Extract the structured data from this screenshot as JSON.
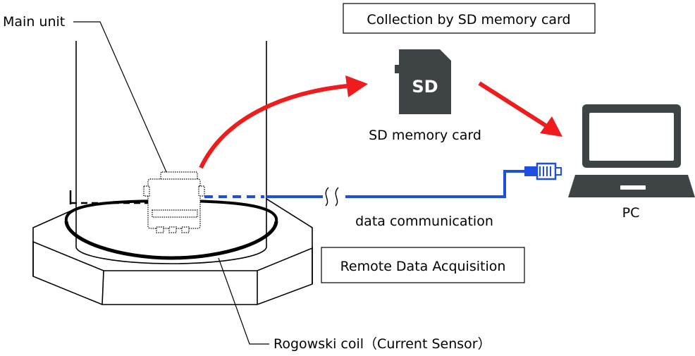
{
  "labels": {
    "main_unit": "Main unit",
    "collection_box": "Collection by SD memory card",
    "sd_card_logo": "SD",
    "sd_card_caption": "SD memory card",
    "pc": "PC",
    "data_communication": "data communication",
    "remote_box": "Remote Data Acquisition",
    "rogowski": "Rogowski coil（Current Sensor）"
  },
  "colors": {
    "arrow_red": "#ee1c1c",
    "cable_blue": "#1f4fe0",
    "device_gray": "#3e4446",
    "line_black": "#000000"
  },
  "icons": {
    "sd_card": "sd-card-icon",
    "pc": "laptop-icon",
    "main_unit": "logger-device-icon"
  }
}
